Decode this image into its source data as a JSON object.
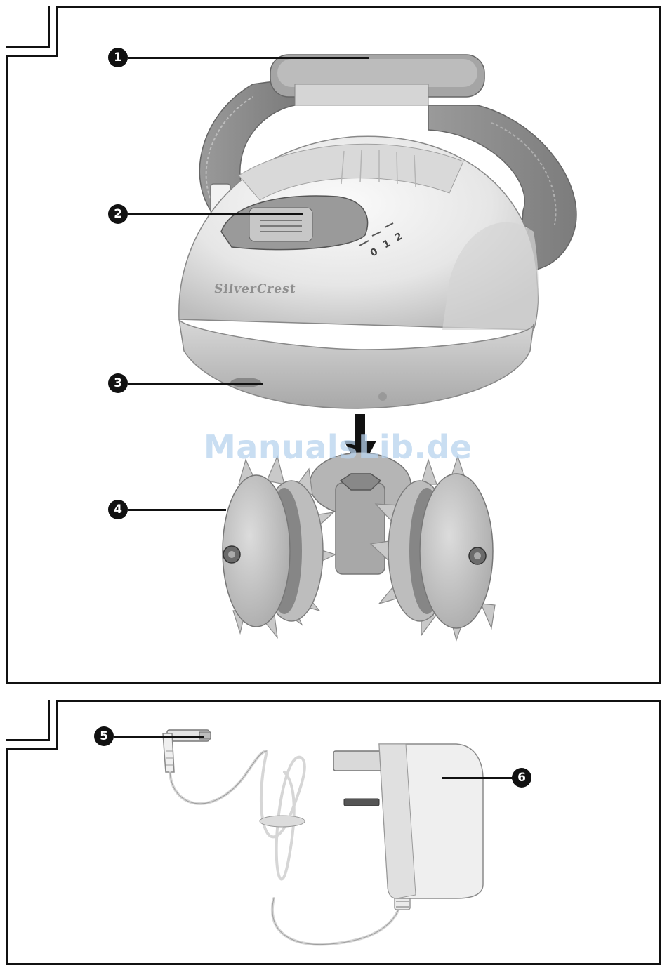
{
  "brand": "SilverCrest",
  "dial_marks": [
    "0",
    "1",
    "2"
  ],
  "watermark": "ManualsLib.de",
  "callouts": [
    {
      "label": "1",
      "part": "handle"
    },
    {
      "label": "2",
      "part": "speed-switch"
    },
    {
      "label": "3",
      "part": "attachment-socket"
    },
    {
      "label": "4",
      "part": "roller-attachment"
    },
    {
      "label": "5",
      "part": "low-voltage-plug"
    },
    {
      "label": "6",
      "part": "mains-adapter"
    }
  ],
  "colors": {
    "frame": "#111111",
    "device_body": "#e9e9e9",
    "handle_strap": "#8f8f8f",
    "roller": "#c9c9c9",
    "watermark": "#b8d3ee"
  }
}
